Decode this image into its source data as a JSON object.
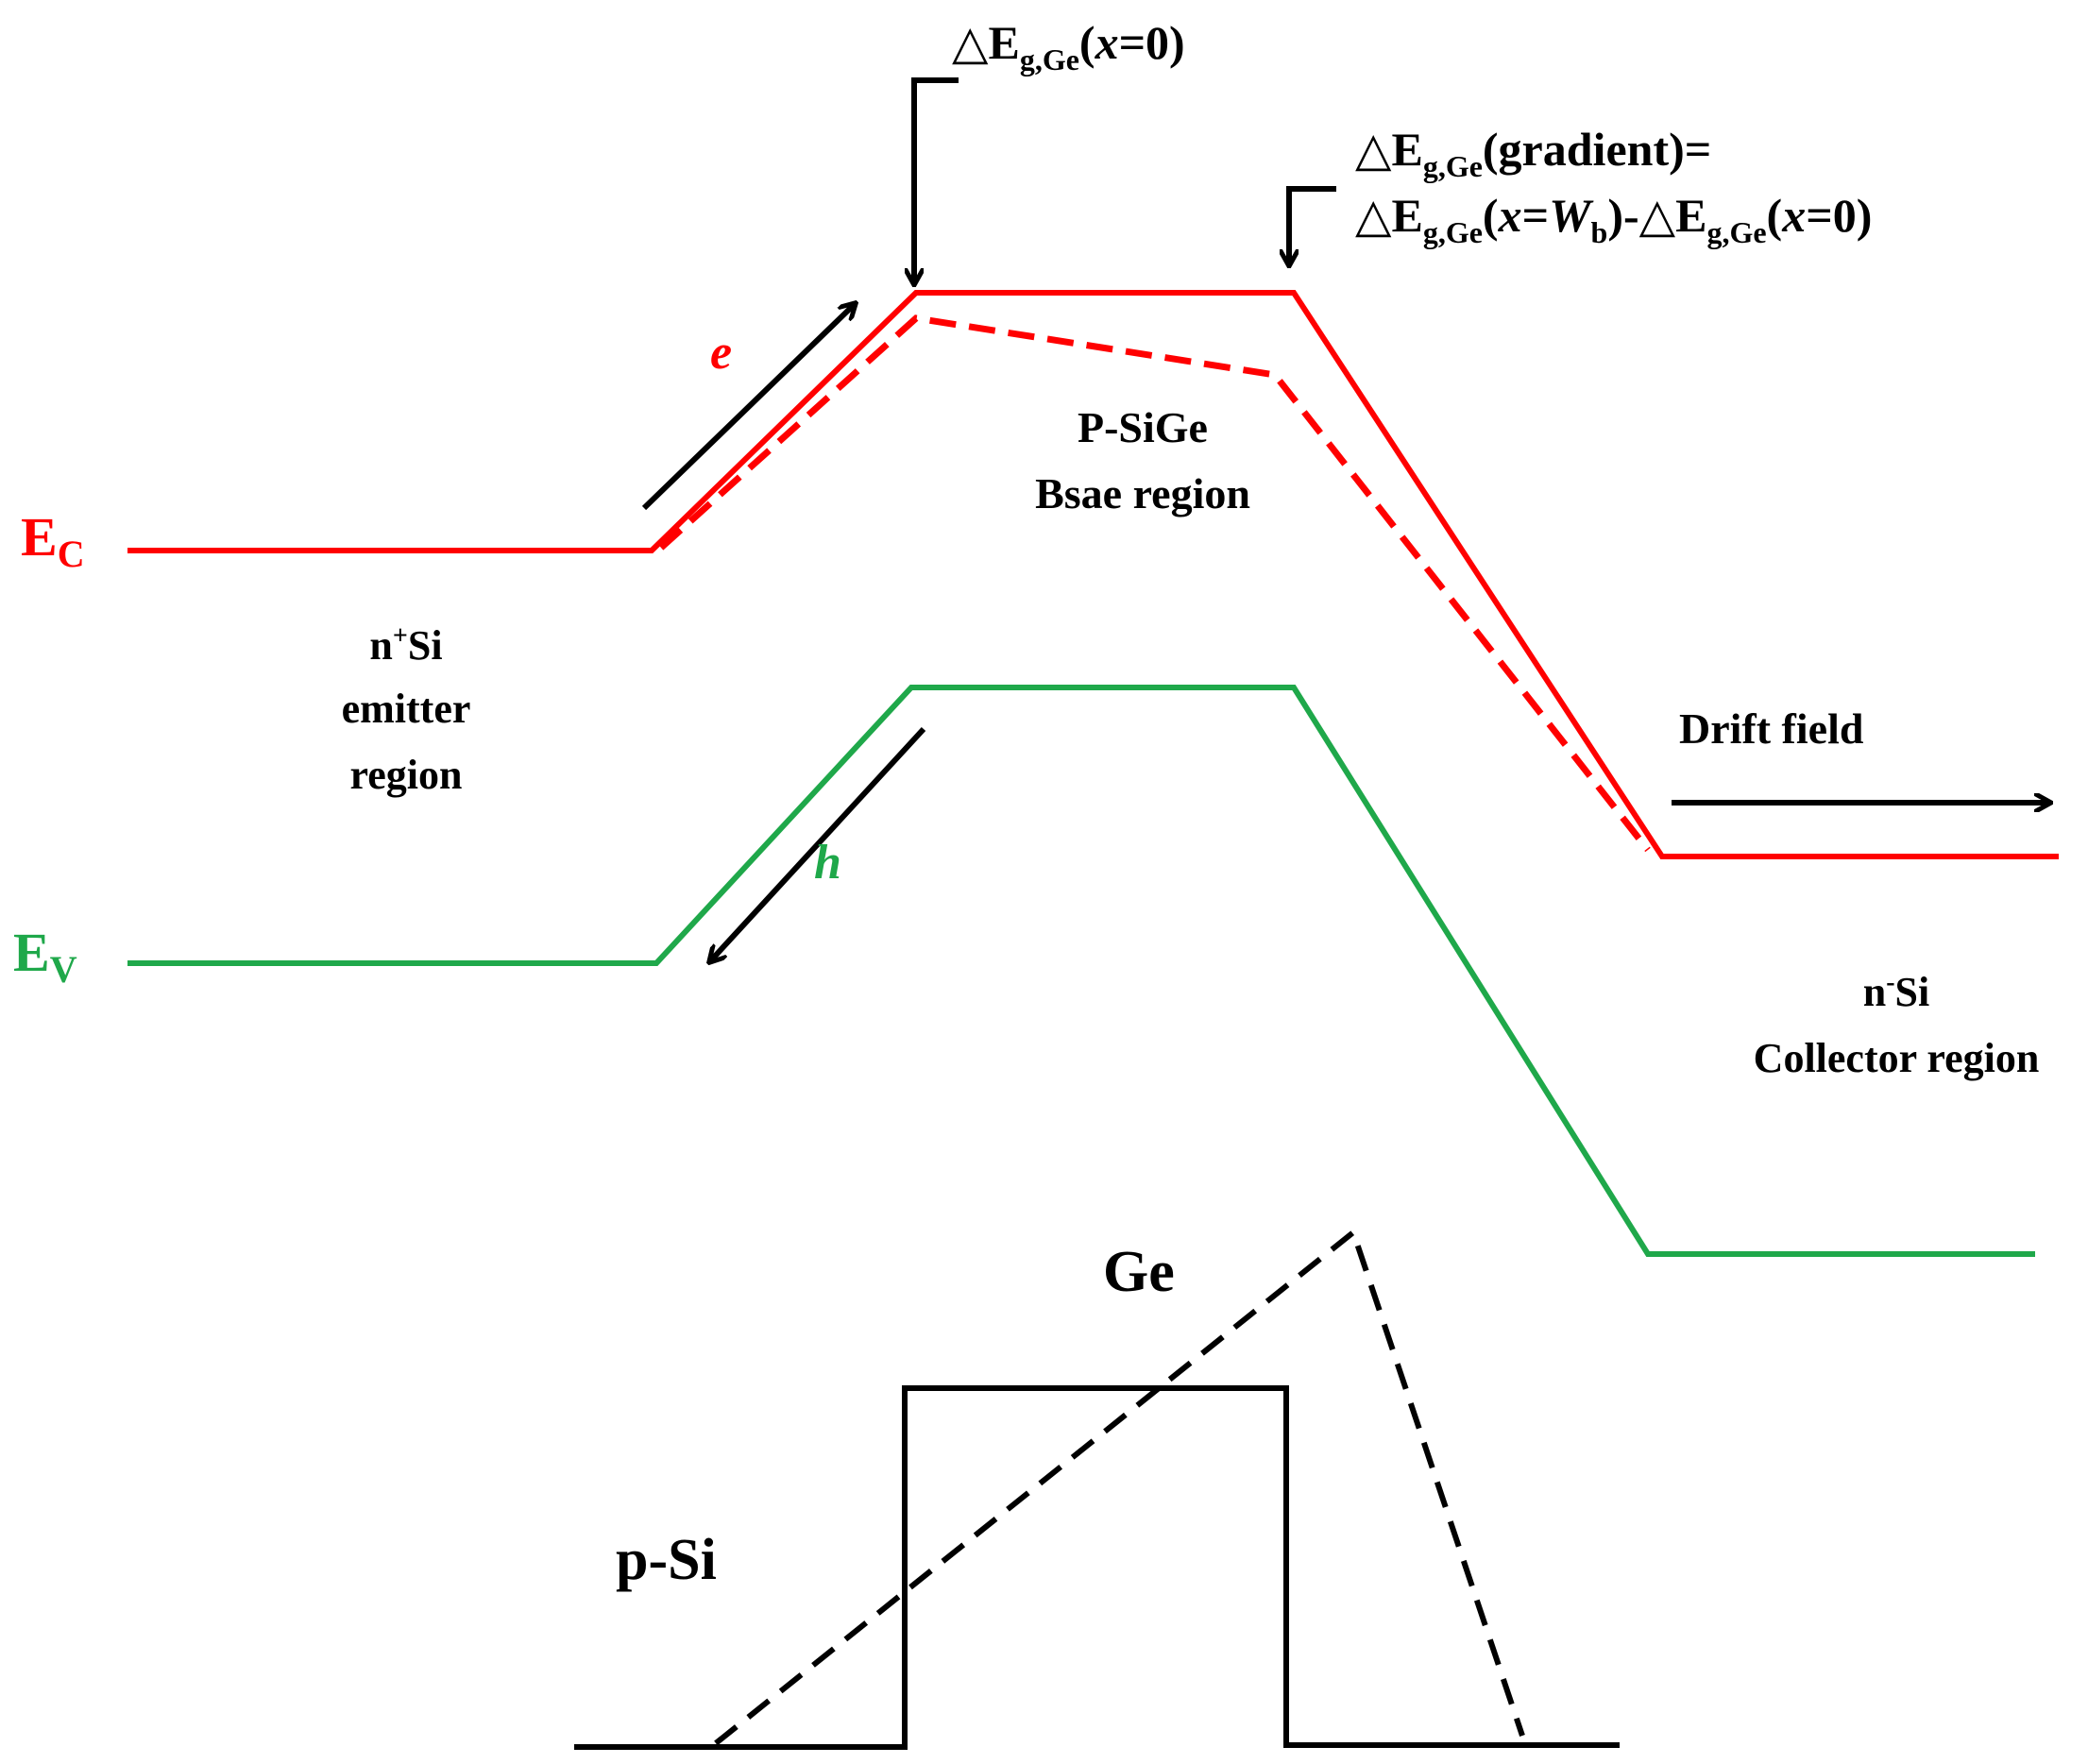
{
  "colors": {
    "conduction": "#ff0000",
    "valence": "#1fa84a",
    "ink": "#000000"
  },
  "labels": {
    "ec_main": "E",
    "ec_sub": "C",
    "ev_main": "E",
    "ev_sub": "V",
    "electron": "e",
    "hole": "h",
    "emitter_line1_pre": "n",
    "emitter_line1_sup": "+",
    "emitter_line1_post": "Si",
    "emitter_line2": "emitter",
    "emitter_line3": "region",
    "base_line1": "P-SiGe",
    "base_line2": "Bsae region",
    "collector_line1_pre": "n",
    "collector_line1_sup": "-",
    "collector_line1_post": "Si",
    "collector_line2": "Collector region",
    "drift": "Drift field",
    "ge": "Ge",
    "psi": "p-Si"
  },
  "annotations": {
    "delta": "△",
    "E": "E",
    "g_ge": "g,Ge",
    "x": "x",
    "eq0_close": "=0)",
    "open_paren": "(",
    "gradient_eq": "(gradient)=",
    "eq": "=",
    "Wb": "W",
    "b": "b",
    "close_minus": ")-"
  }
}
